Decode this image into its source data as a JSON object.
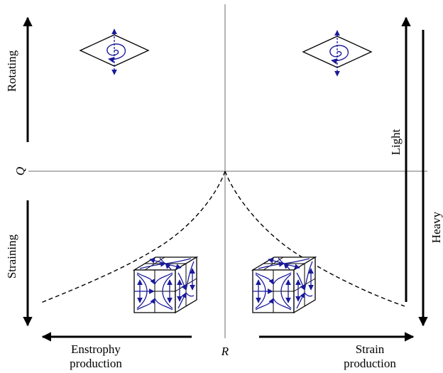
{
  "labels": {
    "rotating": "Rotating",
    "straining": "Straining",
    "q_axis": "Q",
    "r_axis": "R",
    "light": "Light",
    "heavy": "Heavy",
    "enstrophy_line1": "Enstrophy",
    "enstrophy_line2": "production",
    "strain_line1": "Strain",
    "strain_line2": "production"
  },
  "colors": {
    "axis": "#8c8c8c",
    "ink": "#000000",
    "flow": "#1a1a9c"
  },
  "icons": [
    "spiral-focus-icon",
    "spiral-focus-icon",
    "strain-cube-icon",
    "strain-cube-icon"
  ]
}
